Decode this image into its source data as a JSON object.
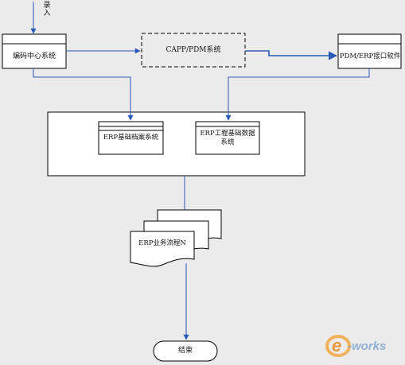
{
  "diagram": {
    "input_label": "录入",
    "nodes": {
      "code_center": {
        "label": "编码中心系统"
      },
      "capp_pdm": {
        "label": "CAPP/PDM系统"
      },
      "pdm_erp_interface": {
        "label": "PDM/ERP接口软件"
      },
      "erp_archive": {
        "label": "ERP基础档案系统"
      },
      "erp_engineering": {
        "label_line1": "ERP工程基础数据",
        "label_line2": "系统"
      },
      "erp_business_flow": {
        "label": "ERP业务流程N"
      },
      "end": {
        "label": "结束"
      }
    },
    "colors": {
      "arrow": "#2a5ab8",
      "box_stroke": "#000000",
      "box_fill": "#ffffff",
      "background": "#ebebeb"
    }
  },
  "watermark": {
    "text": "e-works"
  }
}
